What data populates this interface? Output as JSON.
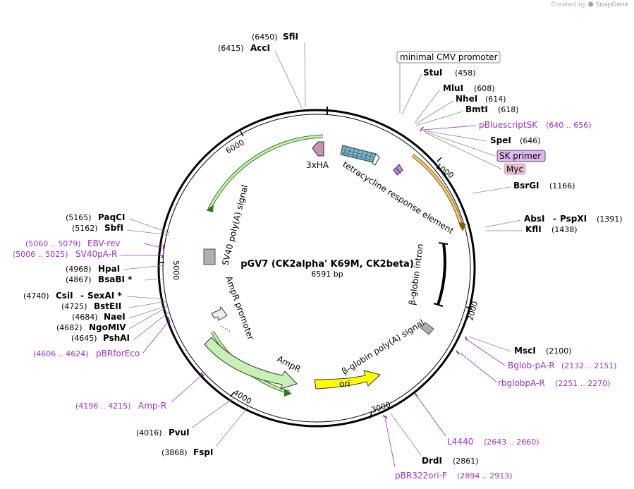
{
  "credit": {
    "prefix": "Created by",
    "brand": "SnapGene"
  },
  "map": {
    "title": "pGV7 (CK2alpha' K69M, CK2beta)",
    "size": "6591 bp",
    "ticks": [
      "1000",
      "2000",
      "3000",
      "4000",
      "5000",
      "6000"
    ]
  },
  "enzymes": {
    "sfii": {
      "pos": "(6450)",
      "name": "SfiI"
    },
    "acci": {
      "pos": "(6415)",
      "name": "AccI"
    },
    "stui": {
      "name": "StuI",
      "pos": "(458)"
    },
    "mlui": {
      "name": "MluI",
      "pos": "(608)"
    },
    "nhei": {
      "name": "NheI",
      "pos": "(614)"
    },
    "bmti": {
      "name": "BmtI",
      "pos": "(618)"
    },
    "spei": {
      "name": "SpeI",
      "pos": "(646)"
    },
    "bsrgi": {
      "name": "BsrGI",
      "pos": "(1166)"
    },
    "absi": {
      "name": "AbsI",
      "sep": "-",
      "name2": "PspXI",
      "pos": "(1391)"
    },
    "kfli": {
      "name": "KflI",
      "pos": "(1438)"
    },
    "msci": {
      "name": "MscI",
      "pos": "(2100)"
    },
    "drdi": {
      "pos": "(2861)",
      "name": "DrdI"
    },
    "pvui": {
      "pos": "(4016)",
      "name": "PvuI"
    },
    "fspi": {
      "pos": "(3868)",
      "name": "FspI"
    },
    "paqci": {
      "pos": "(5165)",
      "name": "PaqCI"
    },
    "sbfi": {
      "pos": "(5162)",
      "name": "SbfI"
    },
    "hpai": {
      "pos": "(4968)",
      "name": "HpaI"
    },
    "bsabi": {
      "pos": "(4867)",
      "name": "BsaBI *"
    },
    "csii": {
      "pos": "(4740)",
      "name": "CsiI",
      "sep": "-",
      "name2": "SexAI *"
    },
    "bsteii": {
      "pos": "(4725)",
      "name": "BstEII"
    },
    "naei": {
      "pos": "(4684)",
      "name": "NaeI"
    },
    "ngomiv": {
      "pos": "(4682)",
      "name": "NgoMIV"
    },
    "pshai": {
      "pos": "(4645)",
      "name": "PshAI"
    }
  },
  "primers": {
    "pbluescriptsk": {
      "name": "pBluescriptSK",
      "range": "(640 .. 656)"
    },
    "ebvrev": {
      "range": "(5060 .. 5079)",
      "name": "EBV-rev"
    },
    "sv40par": {
      "range": "(5006 .. 5025)",
      "name": "SV40pA-R"
    },
    "pbrforeco": {
      "range": "(4606 .. 4624)",
      "name": "pBRforEco"
    },
    "ampr": {
      "range": "(4196 .. 4215)",
      "name": "Amp-R"
    },
    "bglobpar": {
      "name": "Bglob-pA-R",
      "range": "(2132 .. 2151)"
    },
    "rbglobpar": {
      "name": "rbglobpA-R",
      "range": "(2251 .. 2270)"
    },
    "l4440": {
      "name": "L4440",
      "range": "(2643 .. 2660)"
    },
    "pbr322orif": {
      "name": "pBR322ori-F",
      "range": "(2894 .. 2913)"
    }
  },
  "boxed": {
    "mincmv": "minimal CMV promoter",
    "skprimer": "SK primer",
    "myc": "Myc"
  },
  "features": {
    "three_xha": "3xHA",
    "tre": "tetracycline response element",
    "bglobin_intron": "β-globin intron",
    "bglobin_polya": "β-globin poly(A) signal",
    "ori": "ori",
    "ampr": "AmpR",
    "ampr_promoter": "AmpR promoter",
    "sv40_polya": "SV40 poly(A) signal"
  },
  "colors": {
    "primer": "#9b30c8",
    "green_arrow": "#c8f0b4",
    "orange_arrow": "#f0c878",
    "ori": "#ffff00",
    "ha": "#c890b4",
    "tre": "#7ab4c8"
  }
}
